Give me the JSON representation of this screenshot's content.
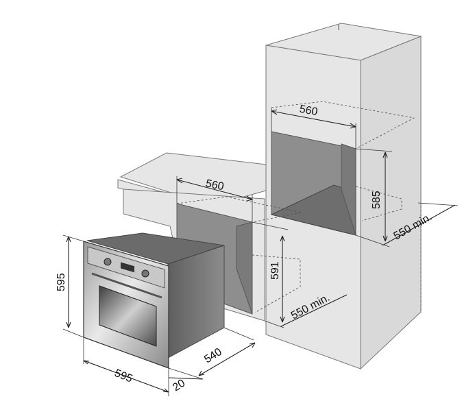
{
  "dimensions": {
    "tall_cabinet_niche_width": "560",
    "tall_cabinet_niche_height": "585",
    "tall_cabinet_depth": "550 min.",
    "counter_niche_width": "560",
    "counter_niche_height": "591",
    "counter_depth": "550 min.",
    "oven_height": "595",
    "oven_width": "595",
    "oven_depth": "540",
    "oven_front_projection": "20"
  }
}
